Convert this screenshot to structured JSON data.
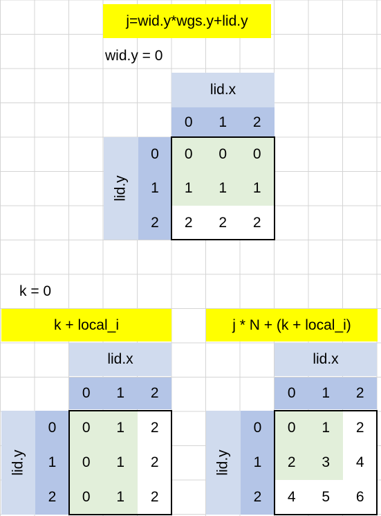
{
  "top_section": {
    "formula": "j=wid.y*wgs.y+lid.y",
    "wid_label": "wid.y = 0",
    "col_header": "lid.x",
    "row_header": "lid.y",
    "col_indices": [
      "0",
      "1",
      "2"
    ],
    "row_indices": [
      "0",
      "1",
      "2"
    ],
    "cells": [
      [
        "0",
        "0",
        "0"
      ],
      [
        "1",
        "1",
        "1"
      ],
      [
        "2",
        "2",
        "2"
      ]
    ]
  },
  "k_label": "k = 0",
  "left_section": {
    "formula": "k + local_i",
    "col_header": "lid.x",
    "row_header": "lid.y",
    "col_indices": [
      "0",
      "1",
      "2"
    ],
    "row_indices": [
      "0",
      "1",
      "2"
    ],
    "cells": [
      [
        "0",
        "1",
        "2"
      ],
      [
        "0",
        "1",
        "2"
      ],
      [
        "0",
        "1",
        "2"
      ]
    ]
  },
  "right_section": {
    "formula": "j * N + (k + local_i)",
    "col_header": "lid.x",
    "row_header": "lid.y",
    "col_indices": [
      "0",
      "1",
      "2"
    ],
    "row_indices": [
      "0",
      "1",
      "2"
    ],
    "cells": [
      [
        "0",
        "1",
        "2"
      ],
      [
        "2",
        "3",
        "4"
      ],
      [
        "4",
        "5",
        "6"
      ]
    ]
  },
  "colors": {
    "highlight": "#ffff00",
    "header_light": "#d0dbee",
    "header_mid": "#b4c5e7",
    "cell_green": "#e2efda"
  }
}
